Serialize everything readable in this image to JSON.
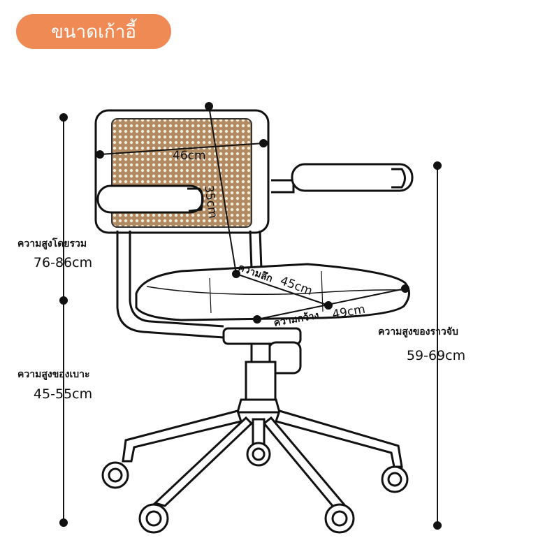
{
  "header": {
    "title": "ขนาดเก้าอี้"
  },
  "dimensions": {
    "back_width": "46cm",
    "back_height": "35cm",
    "seat_depth_label": "ความลึก",
    "seat_depth_value": "45cm",
    "seat_width_label": "ความกว้าง",
    "seat_width_value": "49cm",
    "overall_height_label": "ความสูงโดยรวม",
    "overall_height_value": "76-86cm",
    "seat_height_label": "ความสูงของเบาะ",
    "seat_height_value": "45-55cm",
    "armrest_height_label": "ความสูงของราวจับ",
    "armrest_height_value": "59-69cm"
  },
  "colors": {
    "badge": "#ef8a55",
    "line": "#111111"
  }
}
